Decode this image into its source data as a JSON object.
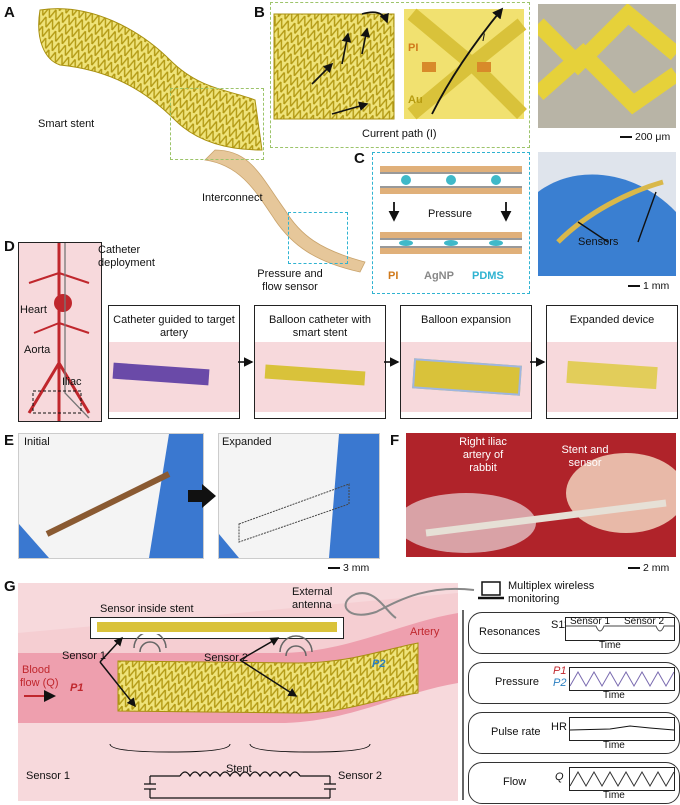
{
  "A": {
    "panel": "A",
    "smart_stent": "Smart stent",
    "interconnect": "Interconnect",
    "sensor": "Pressure and flow sensor"
  },
  "B": {
    "panel": "B",
    "pi": "PI",
    "au": "Au",
    "i_label": "I",
    "current_path": "Current path (I)",
    "scale": "200 μm"
  },
  "C": {
    "panel": "C",
    "pressure": "Pressure",
    "pi": "PI",
    "agnp": "AgNP",
    "pdms": "PDMS",
    "sensors": "Sensors",
    "scale": "1 mm"
  },
  "D": {
    "panel": "D",
    "catheter_deployment": "Catheter deployment",
    "heart": "Heart",
    "aorta": "Aorta",
    "iliac": "Iliac",
    "steps": [
      "Catheter guided to target artery",
      "Balloon catheter with smart stent",
      "Balloon expansion",
      "Expanded device"
    ]
  },
  "E": {
    "panel": "E",
    "initial": "Initial",
    "expanded": "Expanded",
    "scale": "3 mm"
  },
  "F": {
    "panel": "F",
    "iliac_label": "Right iliac artery of rabbit",
    "stent_label": "Stent and sensor",
    "scale": "2 mm"
  },
  "G": {
    "panel": "G",
    "external_antenna": "External antenna",
    "sensor_inside": "Sensor inside stent",
    "artery": "Artery",
    "sensor1": "Sensor 1",
    "sensor2": "Sensor 2",
    "blood": "Blood",
    "flow": "flow (Q)",
    "p1": "P1",
    "p2": "P2",
    "stent": "Stent",
    "circuit_s1": "Sensor 1",
    "circuit_s2": "Sensor 2",
    "multiplex": "Multiplex wireless monitoring",
    "monitors": [
      {
        "label": "Resonances",
        "axis": "S11",
        "time": "Time",
        "s1": "Sensor 1",
        "s2": "Sensor 2"
      },
      {
        "label": "Pressure",
        "axis": "P1",
        "axis2": "P2",
        "time": "Time"
      },
      {
        "label": "Pulse rate",
        "axis": "HR",
        "time": "Time"
      },
      {
        "label": "Flow",
        "axis": "Q",
        "time": "Time"
      }
    ]
  },
  "colors": {
    "gold": "#d9c23a",
    "pink": "#f7d9dc",
    "dashGreen": "#9cc46a",
    "dashBlue": "#2fb3d1",
    "red": "#c0272d",
    "blue": "#2a7fc1"
  }
}
